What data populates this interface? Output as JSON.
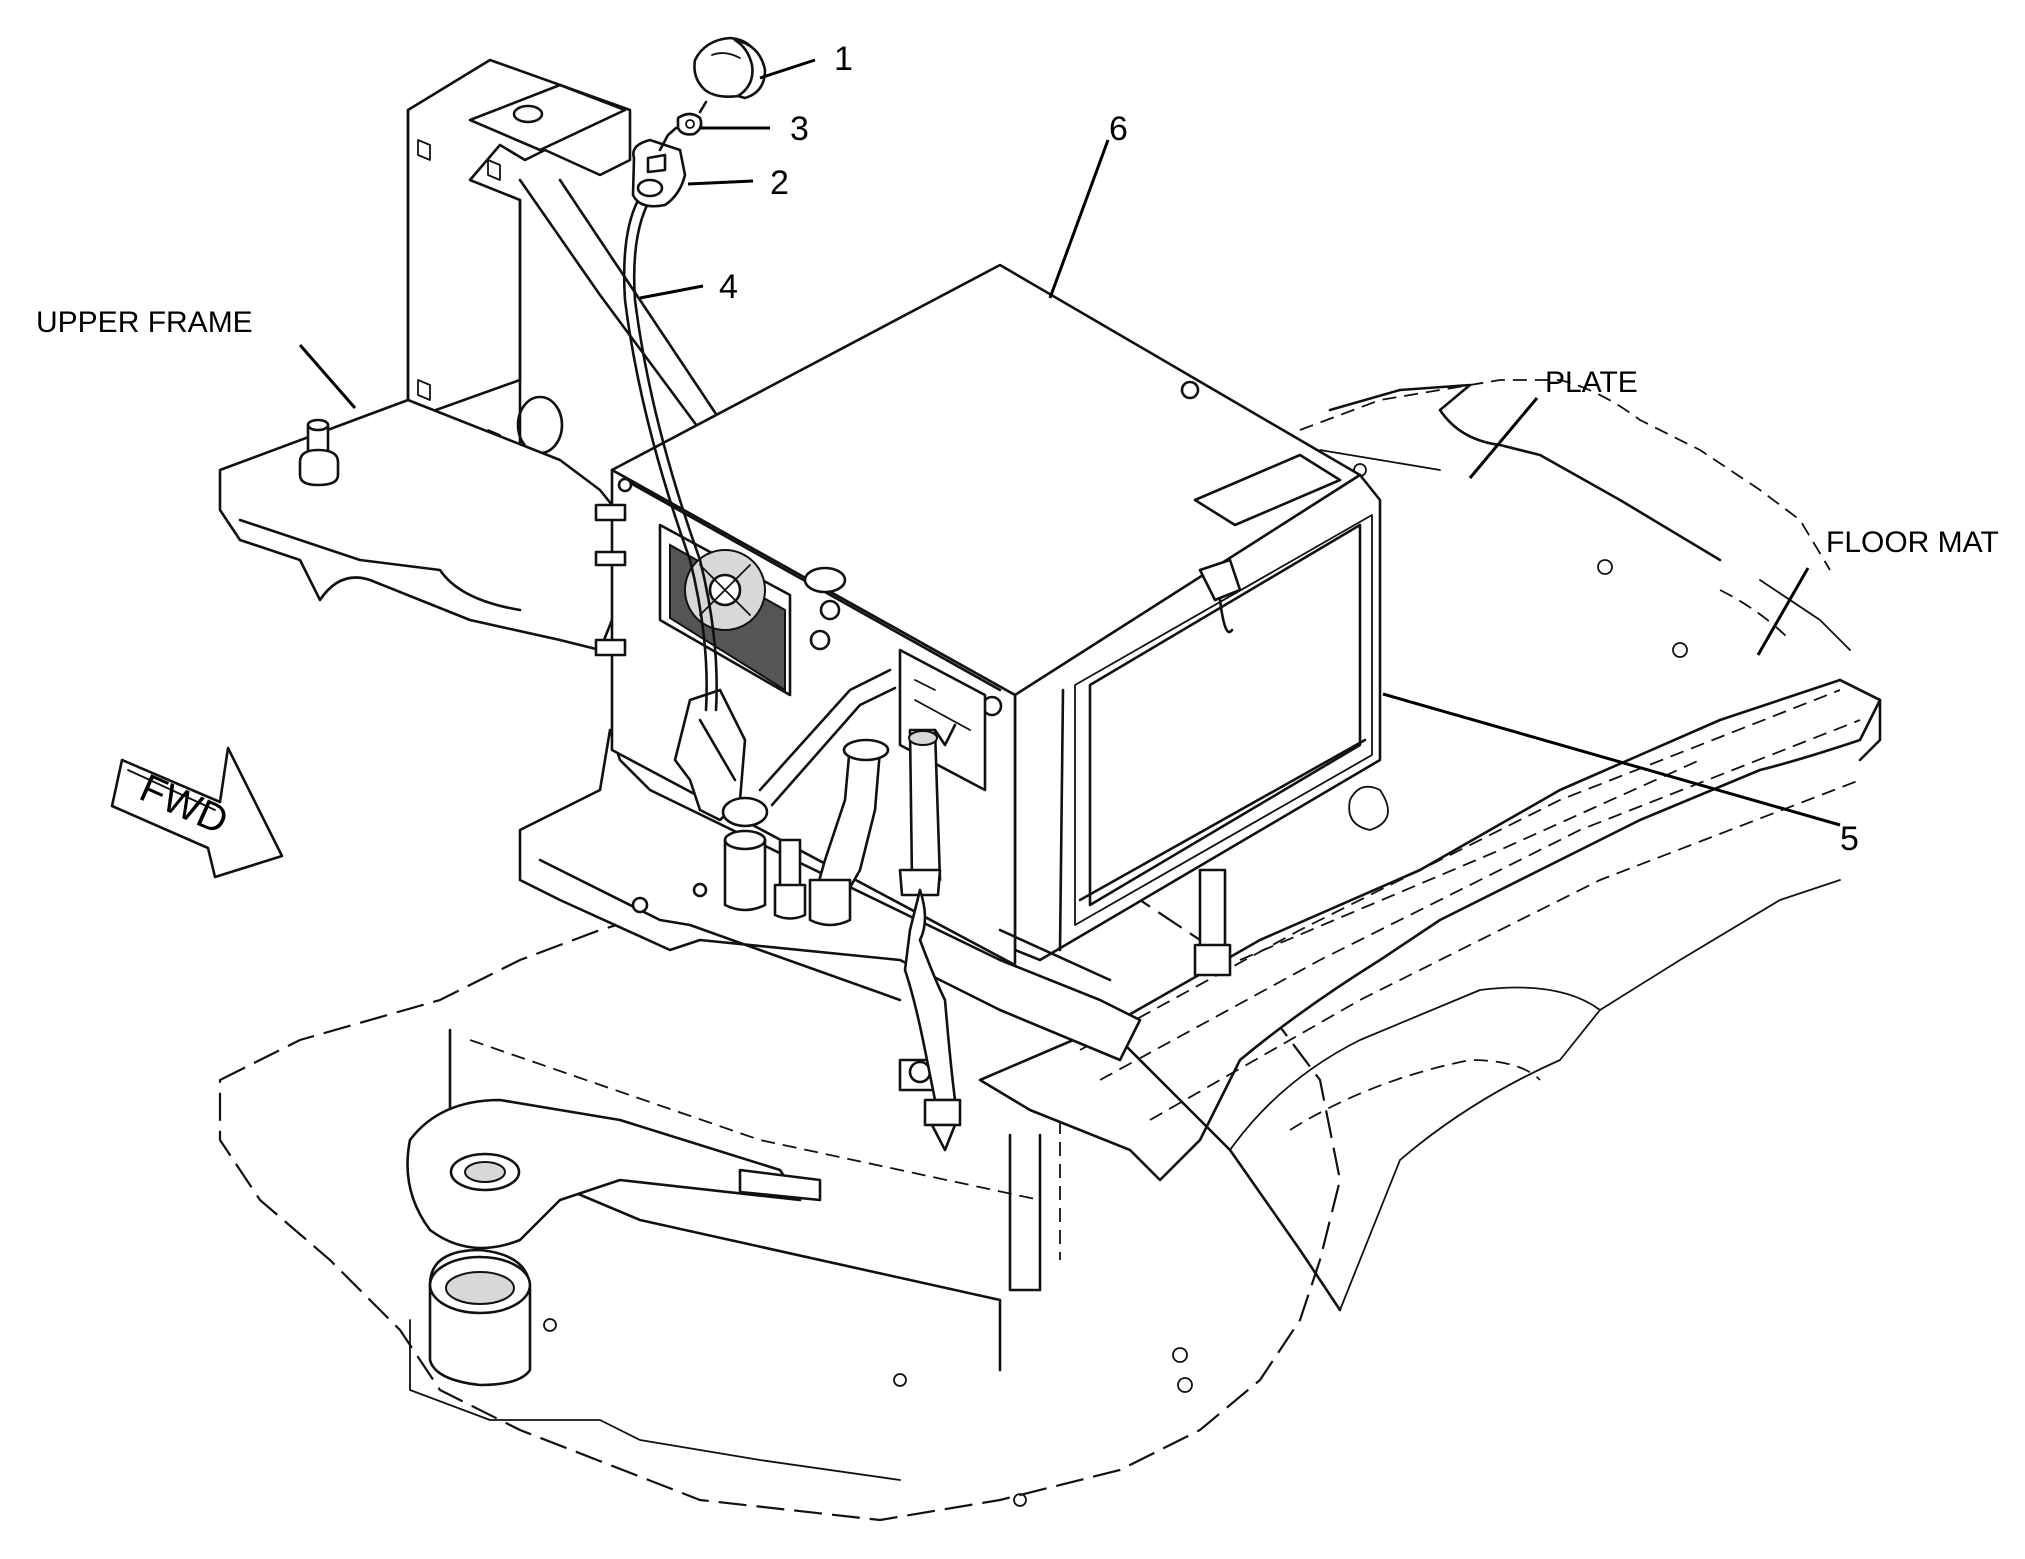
{
  "labels": {
    "upper_frame": "UPPER FRAME",
    "plate": "PLATE",
    "floor_mat": "FLOOR MAT",
    "fwd": "FWD"
  },
  "callouts": {
    "c1": "1",
    "c2": "2",
    "c3": "3",
    "c4": "4",
    "c5": "5",
    "c6": "6"
  },
  "colors": {
    "line": "#111111",
    "background": "#ffffff"
  }
}
